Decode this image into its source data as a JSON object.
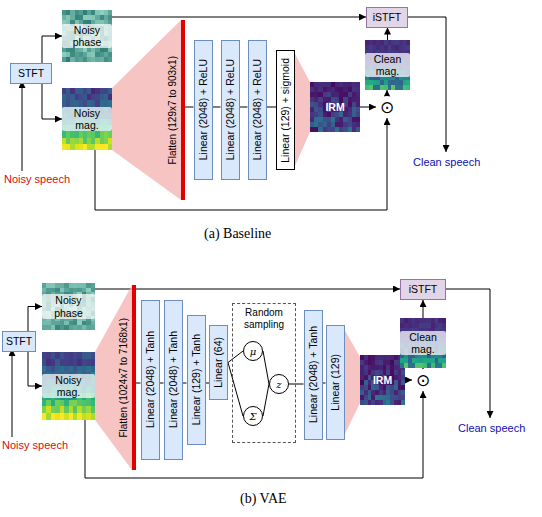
{
  "diagram": {
    "nodes": [
      {
        "text": [
          "Noisy phase"
        ]
      },
      {
        "text": [
          "STFT"
        ]
      },
      {
        "text": [
          "Noisy mag."
        ]
      },
      {
        "text": [
          "Flatten (129x7 to 903x1)"
        ]
      },
      {
        "text": [
          "Linear (2048) + ReLU"
        ]
      },
      {
        "text": [
          "Linear (2048) + ReLU"
        ]
      },
      {
        "text": [
          "Linear (2048) + ReLU"
        ]
      },
      {
        "text": [
          "Linear (129) + sigmoid"
        ]
      },
      {
        "text": [
          "IRM"
        ]
      },
      {
        "text": [
          "iSTFT"
        ]
      },
      {
        "text": [
          "Clean mag."
        ]
      },
      {
        "text": [
          "⊙"
        ]
      },
      {
        "text": [
          "Noisy phase"
        ]
      },
      {
        "text": [
          "STFT"
        ]
      },
      {
        "text": [
          "Noisy mag."
        ]
      },
      {
        "text": [
          "Flatten (1024x7 to 7168x1)"
        ]
      },
      {
        "text": [
          "Linear (2048) + Tanh"
        ]
      },
      {
        "text": [
          "Linear (2048) + Tanh"
        ]
      },
      {
        "text": [
          "Linear (129) + Tanh"
        ]
      },
      {
        "text": [
          "Linear (64)"
        ]
      },
      {
        "text": [
          "Random sampling"
        ]
      },
      {
        "text": [
          "μ"
        ],
        "in": 20
      },
      {
        "text": [
          "Σ"
        ],
        "in": 20
      },
      {
        "text": [
          "z"
        ],
        "in": 20
      },
      {
        "text": [
          "Linear (2048) + Tanh"
        ]
      },
      {
        "text": [
          "Linear (129)"
        ]
      },
      {
        "text": [
          "IRM"
        ]
      },
      {
        "text": [
          "iSTFT"
        ]
      },
      {
        "text": [
          "Clean mag."
        ]
      },
      {
        "text": [
          "⊙"
        ]
      }
    ],
    "edges": [
      {
        "from": 1,
        "to": 0,
        "arrow": "to"
      },
      {
        "from": 1,
        "to": 2,
        "arrow": "to"
      },
      {
        "from": 0,
        "to": 9,
        "arrow": "to"
      },
      {
        "from": 3,
        "to": 4,
        "arrow": "none"
      },
      {
        "from": 4,
        "to": 5,
        "arrow": "none"
      },
      {
        "from": 5,
        "to": 6,
        "arrow": "none"
      },
      {
        "from": 6,
        "to": 7,
        "arrow": "none"
      },
      {
        "from": 8,
        "to": 11,
        "arrow": "to"
      },
      {
        "from": 11,
        "to": 10,
        "arrow": "to"
      },
      {
        "from": 10,
        "to": 9,
        "arrow": "to"
      },
      {
        "from": 2,
        "to": 11,
        "arrow": "to"
      },
      {
        "from": 13,
        "to": 12,
        "arrow": "to"
      },
      {
        "from": 13,
        "to": 14,
        "arrow": "to"
      },
      {
        "from": 12,
        "to": 27,
        "arrow": "to"
      },
      {
        "from": 15,
        "to": 16,
        "arrow": "none"
      },
      {
        "from": 16,
        "to": 17,
        "arrow": "none"
      },
      {
        "from": 17,
        "to": 18,
        "arrow": "none"
      },
      {
        "from": 18,
        "to": 19,
        "arrow": "none"
      },
      {
        "from": 19,
        "to": 21,
        "arrow": "none"
      },
      {
        "from": 19,
        "to": 22,
        "arrow": "none"
      },
      {
        "from": 21,
        "to": 23,
        "arrow": "none"
      },
      {
        "from": 22,
        "to": 23,
        "arrow": "none"
      },
      {
        "from": 23,
        "to": 24,
        "arrow": "none"
      },
      {
        "from": 24,
        "to": 25,
        "arrow": "none"
      },
      {
        "from": 26,
        "to": 29,
        "arrow": "to"
      },
      {
        "from": 29,
        "to": 28,
        "arrow": "to"
      },
      {
        "from": 28,
        "to": 27,
        "arrow": "to"
      },
      {
        "from": 14,
        "to": 29,
        "arrow": "to"
      }
    ],
    "labels": [
      "Noisy speech",
      "Clean speech",
      "(a) Baseline",
      "Noisy speech",
      "Clean speech",
      "(b) VAE"
    ]
  }
}
